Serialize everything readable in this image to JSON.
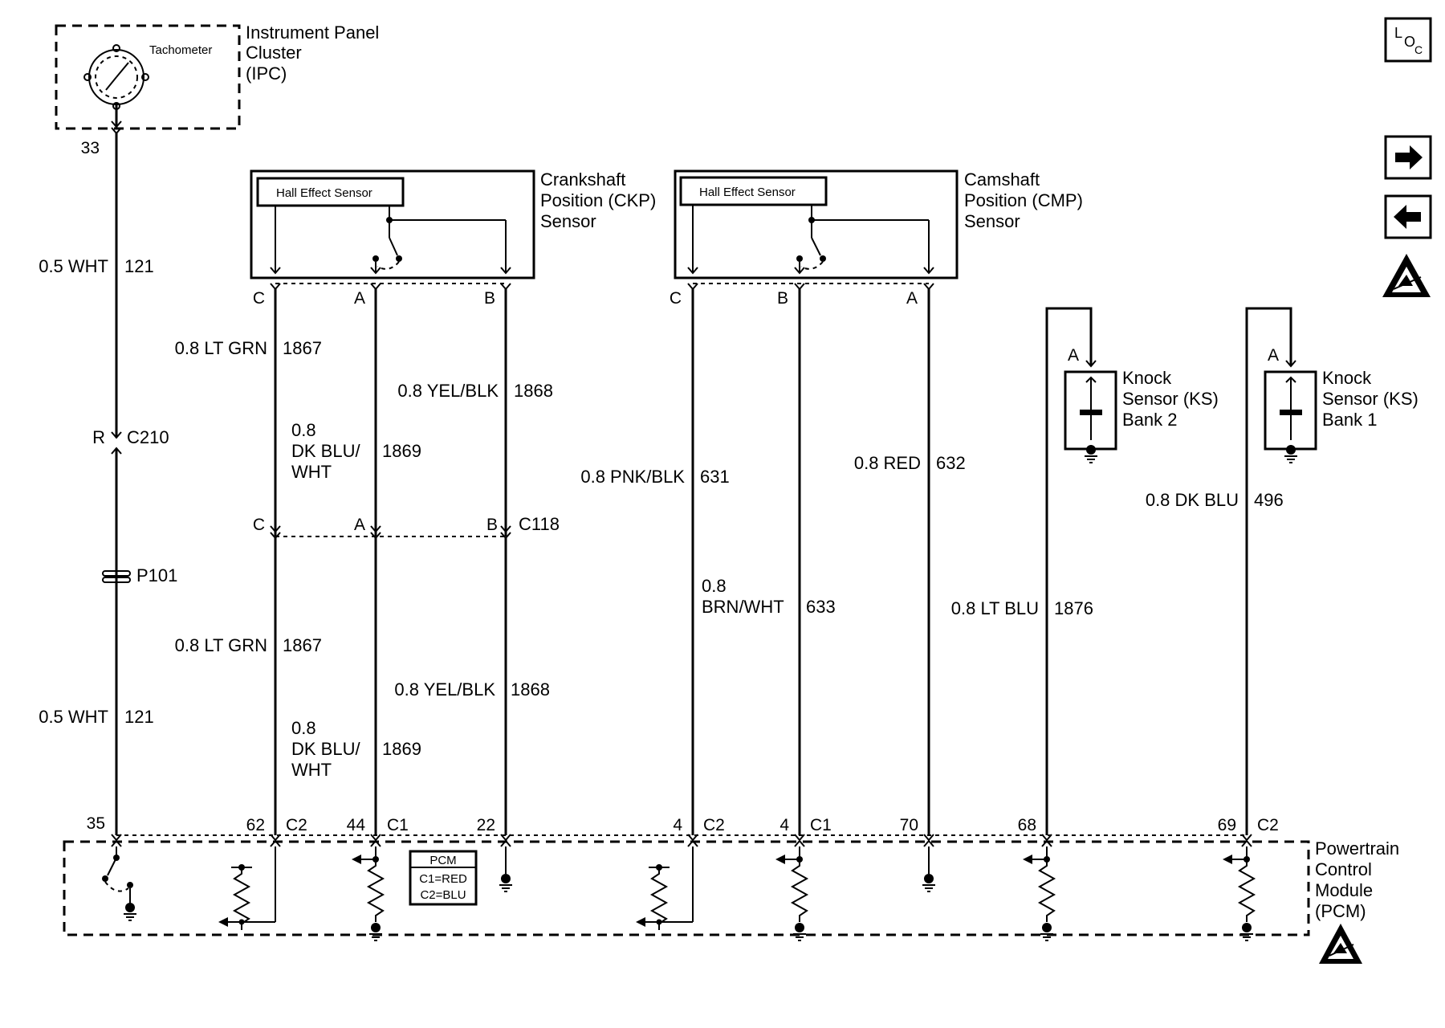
{
  "ipc": {
    "label_lines": [
      "Instrument Panel",
      "Cluster",
      "(IPC)"
    ],
    "tachometer_label": "Tachometer"
  },
  "ckp": {
    "label_lines": [
      "Crankshaft",
      "Position (CKP)",
      "Sensor"
    ],
    "hall_label": "Hall Effect Sensor"
  },
  "cmp": {
    "label_lines": [
      "Camshaft",
      "Position (CMP)",
      "Sensor"
    ],
    "hall_label": "Hall Effect Sensor"
  },
  "ks2": {
    "label_lines": [
      "Knock",
      "Sensor (KS)",
      "Bank 2"
    ],
    "pin": "A"
  },
  "ks1": {
    "label_lines": [
      "Knock",
      "Sensor (KS)",
      "Bank 1"
    ],
    "pin": "A"
  },
  "pcm": {
    "label_lines": [
      "Powertrain",
      "Control",
      "Module",
      "(PCM)"
    ],
    "legend_lines": [
      "PCM",
      "C1=RED",
      "C2=BLU"
    ]
  },
  "ipc_pin": "33",
  "tach_wire": {
    "upper": {
      "color": "0.5 WHT",
      "circuit": "121"
    },
    "lower": {
      "color": "0.5 WHT",
      "circuit": "121"
    },
    "connector_pin": "R",
    "connector": "C210",
    "splice": "P101"
  },
  "ckp_pins": {
    "c": "C",
    "a": "A",
    "b": "B"
  },
  "ckp_c118_pins": {
    "c": "C",
    "a": "A",
    "b": "B",
    "connector": "C118"
  },
  "ckp_wires_upper": {
    "c": {
      "color": "0.8 LT GRN",
      "circuit": "1867"
    },
    "b": {
      "color": "0.8 YEL/BLK",
      "circuit": "1868"
    },
    "a": {
      "color_lines": [
        "0.8",
        "DK BLU/",
        "WHT"
      ],
      "circuit": "1869"
    }
  },
  "ckp_wires_lower": {
    "c": {
      "color": "0.8 LT GRN",
      "circuit": "1867"
    },
    "b": {
      "color": "0.8 YEL/BLK",
      "circuit": "1868"
    },
    "a": {
      "color_lines": [
        "0.8",
        "DK BLU/",
        "WHT"
      ],
      "circuit": "1869"
    }
  },
  "cmp_pins": {
    "c": "C",
    "b": "B",
    "a": "A"
  },
  "cmp_wires": {
    "c": {
      "color": "0.8 PNK/BLK",
      "circuit": "631"
    },
    "b": {
      "color_lines": [
        "0.8",
        "BRN/WHT"
      ],
      "circuit": "633"
    },
    "a": {
      "color": "0.8 RED",
      "circuit": "632"
    }
  },
  "ks_wires": {
    "bank2": {
      "color": "0.8 LT BLU",
      "circuit": "1876"
    },
    "bank1": {
      "color": "0.8 DK BLU",
      "circuit": "496"
    }
  },
  "pcm_pins": [
    {
      "pin": "35",
      "connector": ""
    },
    {
      "pin": "62",
      "connector": "C2"
    },
    {
      "pin": "44",
      "connector": "C1"
    },
    {
      "pin": "22",
      "connector": ""
    },
    {
      "pin": "4",
      "connector": "C2"
    },
    {
      "pin": "4",
      "connector": "C1"
    },
    {
      "pin": "70",
      "connector": ""
    },
    {
      "pin": "68",
      "connector": ""
    },
    {
      "pin": "69",
      "connector": "C2"
    }
  ],
  "icons": [
    "location-icon",
    "arrow-right-icon",
    "arrow-left-icon",
    "esd-icon"
  ]
}
